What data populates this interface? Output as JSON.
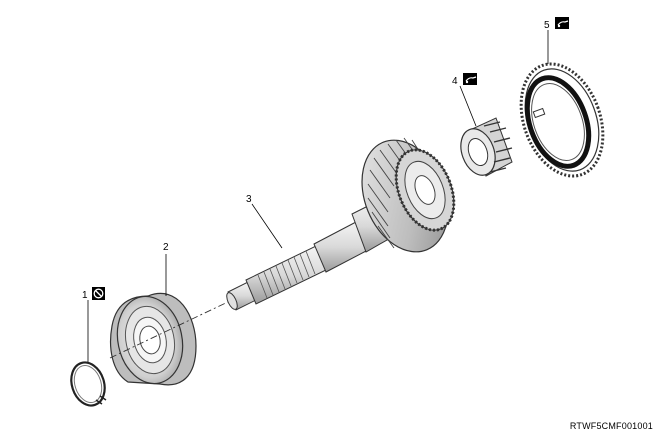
{
  "diagram": {
    "reference_code": "RTWF5CMF001001",
    "callouts": [
      {
        "number": "1",
        "icon": "do-not-reuse-icon"
      },
      {
        "number": "2",
        "icon": ""
      },
      {
        "number": "3",
        "icon": ""
      },
      {
        "number": "4",
        "icon": "apply-oil-icon"
      },
      {
        "number": "5",
        "icon": "apply-oil-icon"
      }
    ]
  }
}
